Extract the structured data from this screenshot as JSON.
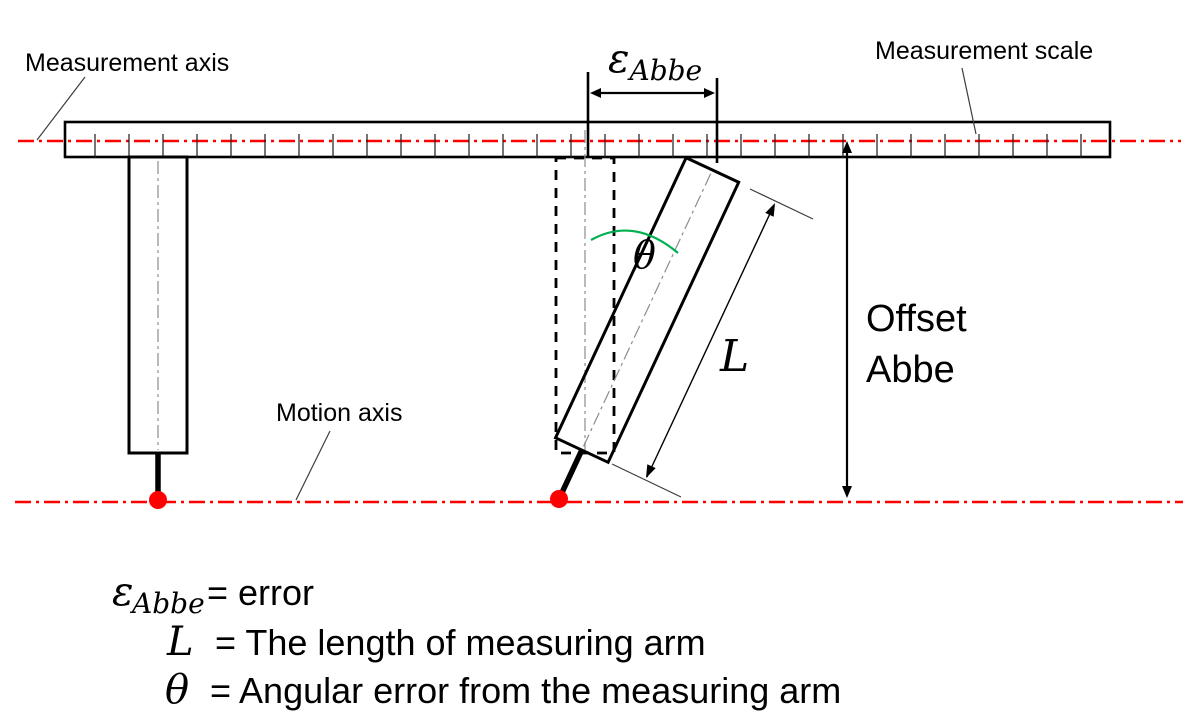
{
  "colors": {
    "axis_red": "#FF0000",
    "angle_arc_green": "#00B050",
    "centerline_gray": "#8C8C8C"
  },
  "labels": {
    "measurement_axis": "Measurement axis",
    "measurement_scale": "Measurement scale",
    "motion_axis": "Motion axis",
    "offset_line1": "Offset",
    "offset_line2": "Abbe",
    "abbe_error_symbol": "ε",
    "abbe_error_subscript": "Abbe",
    "angle_symbol": "θ",
    "arm_length_symbol": "L"
  },
  "scale": {
    "tick_count": 30
  },
  "legend": {
    "rows": [
      {
        "symbol": "ε",
        "subscript": "Abbe",
        "definition": "= error"
      },
      {
        "symbol": "L",
        "subscript": "",
        "definition": "= The length of measuring arm"
      },
      {
        "symbol": "θ",
        "subscript": "",
        "definition": "= Angular error from the measuring arm"
      }
    ]
  }
}
